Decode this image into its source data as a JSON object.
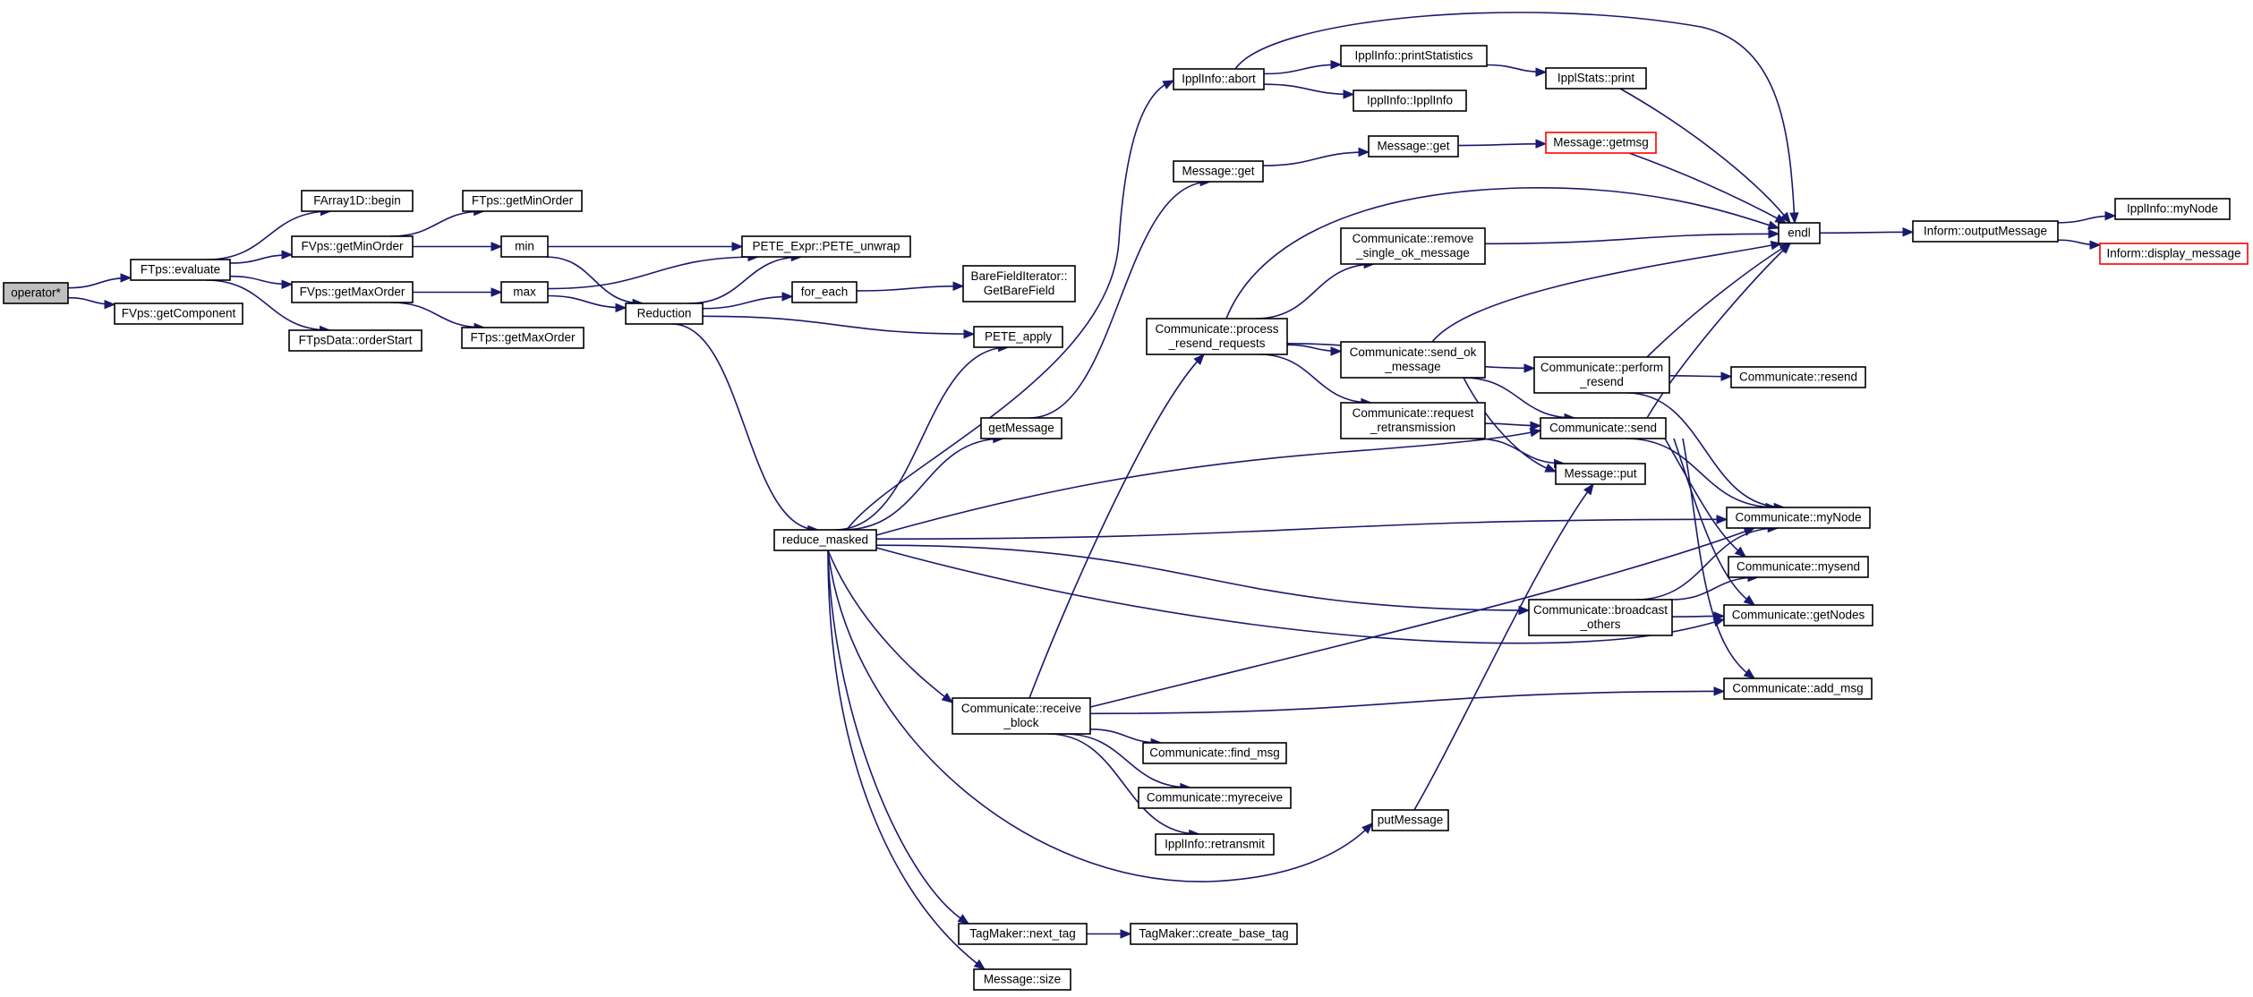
{
  "colors": {
    "edge": "#191970",
    "root_fill": "#bfbfbf",
    "truncated_border": "#ff0000"
  },
  "nodes": {
    "operator_star": {
      "lines": [
        "operator*"
      ]
    },
    "ftps_evaluate": {
      "lines": [
        "FTps::evaluate"
      ]
    },
    "fvps_getcomponent": {
      "lines": [
        "FVps::getComponent"
      ]
    },
    "farray1d_begin": {
      "lines": [
        "FArray1D::begin"
      ]
    },
    "fvps_getminorder": {
      "lines": [
        "FVps::getMinOrder"
      ]
    },
    "fvps_getmaxorder": {
      "lines": [
        "FVps::getMaxOrder"
      ]
    },
    "ftpsdata_orderstart": {
      "lines": [
        "FTpsData::orderStart"
      ]
    },
    "ftps_getminorder": {
      "lines": [
        "FTps::getMinOrder"
      ]
    },
    "ftps_getmaxorder": {
      "lines": [
        "FTps::getMaxOrder"
      ]
    },
    "min": {
      "lines": [
        "min"
      ]
    },
    "max": {
      "lines": [
        "max"
      ]
    },
    "reduction": {
      "lines": [
        "Reduction"
      ]
    },
    "pete_unwrap": {
      "lines": [
        "PETE_Expr::PETE_unwrap"
      ]
    },
    "for_each": {
      "lines": [
        "for_each"
      ]
    },
    "pete_apply": {
      "lines": [
        "PETE_apply"
      ]
    },
    "barefielditerator": {
      "lines": [
        "BareFieldIterator::",
        "GetBareField"
      ]
    },
    "reduce_masked": {
      "lines": [
        "reduce_masked"
      ]
    },
    "getmessage": {
      "lines": [
        "getMessage"
      ]
    },
    "message_get_outer": {
      "lines": [
        "Message::get"
      ]
    },
    "ipplinfo_abort": {
      "lines": [
        "IpplInfo::abort"
      ]
    },
    "ipplinfo_printstatistics": {
      "lines": [
        "IpplInfo::printStatistics"
      ]
    },
    "ipplinfo_ipplinfo": {
      "lines": [
        "IpplInfo::IpplInfo"
      ]
    },
    "ipplstats_print": {
      "lines": [
        "IpplStats::print"
      ]
    },
    "message_get_inner": {
      "lines": [
        "Message::get"
      ]
    },
    "message_getmsg": {
      "lines": [
        "Message::getmsg"
      ]
    },
    "communicate_process_resend": {
      "lines": [
        "Communicate::process",
        "_resend_requests"
      ]
    },
    "communicate_remove_single": {
      "lines": [
        "Communicate::remove",
        "_single_ok_message"
      ]
    },
    "communicate_send_ok": {
      "lines": [
        "Communicate::send_ok",
        "_message"
      ]
    },
    "communicate_request_retrans": {
      "lines": [
        "Communicate::request",
        "_retransmission"
      ]
    },
    "communicate_perform_resend": {
      "lines": [
        "Communicate::perform",
        "_resend"
      ]
    },
    "communicate_send": {
      "lines": [
        "Communicate::send"
      ]
    },
    "message_put": {
      "lines": [
        "Message::put"
      ]
    },
    "communicate_resend": {
      "lines": [
        "Communicate::resend"
      ]
    },
    "endl": {
      "lines": [
        "endl"
      ]
    },
    "inform_outputmessage": {
      "lines": [
        "Inform::outputMessage"
      ]
    },
    "ipplinfo_mynode": {
      "lines": [
        "IpplInfo::myNode"
      ]
    },
    "inform_display_message": {
      "lines": [
        "Inform::display_message"
      ]
    },
    "communicate_mynode": {
      "lines": [
        "Communicate::myNode"
      ]
    },
    "communicate_mysend": {
      "lines": [
        "Communicate::mysend"
      ]
    },
    "communicate_getnodes": {
      "lines": [
        "Communicate::getNodes"
      ]
    },
    "communicate_broadcast_others": {
      "lines": [
        "Communicate::broadcast",
        "_others"
      ]
    },
    "communicate_add_msg": {
      "lines": [
        "Communicate::add_msg"
      ]
    },
    "communicate_receive_block": {
      "lines": [
        "Communicate::receive",
        "_block"
      ]
    },
    "communicate_find_msg": {
      "lines": [
        "Communicate::find_msg"
      ]
    },
    "communicate_myreceive": {
      "lines": [
        "Communicate::myreceive"
      ]
    },
    "ipplinfo_retransmit": {
      "lines": [
        "IpplInfo::retransmit"
      ]
    },
    "putmessage": {
      "lines": [
        "putMessage"
      ]
    },
    "tagmaker_next_tag": {
      "lines": [
        "TagMaker::next_tag"
      ]
    },
    "tagmaker_create_base_tag": {
      "lines": [
        "TagMaker::create_base_tag"
      ]
    },
    "message_size": {
      "lines": [
        "Message::size"
      ]
    }
  },
  "edges": [
    [
      "operator_star",
      "ftps_evaluate"
    ],
    [
      "operator_star",
      "fvps_getcomponent"
    ],
    [
      "ftps_evaluate",
      "farray1d_begin"
    ],
    [
      "ftps_evaluate",
      "fvps_getminorder"
    ],
    [
      "ftps_evaluate",
      "fvps_getmaxorder"
    ],
    [
      "ftps_evaluate",
      "ftpsdata_orderstart"
    ],
    [
      "fvps_getminorder",
      "ftps_getminorder"
    ],
    [
      "fvps_getminorder",
      "min"
    ],
    [
      "fvps_getmaxorder",
      "max"
    ],
    [
      "fvps_getmaxorder",
      "ftps_getmaxorder"
    ],
    [
      "min",
      "pete_unwrap"
    ],
    [
      "min",
      "reduction"
    ],
    [
      "max",
      "pete_unwrap"
    ],
    [
      "max",
      "reduction"
    ],
    [
      "reduction",
      "pete_unwrap"
    ],
    [
      "reduction",
      "for_each"
    ],
    [
      "reduction",
      "pete_apply"
    ],
    [
      "reduction",
      "reduce_masked"
    ],
    [
      "for_each",
      "barefielditerator"
    ],
    [
      "reduce_masked",
      "pete_apply"
    ],
    [
      "reduce_masked",
      "ipplinfo_abort"
    ],
    [
      "reduce_masked",
      "getmessage"
    ],
    [
      "reduce_masked",
      "communicate_send"
    ],
    [
      "reduce_masked",
      "communicate_mynode"
    ],
    [
      "reduce_masked",
      "communicate_broadcast_others"
    ],
    [
      "reduce_masked",
      "communicate_getnodes"
    ],
    [
      "reduce_masked",
      "communicate_receive_block"
    ],
    [
      "reduce_masked",
      "putmessage"
    ],
    [
      "reduce_masked",
      "tagmaker_next_tag"
    ],
    [
      "reduce_masked",
      "message_size"
    ],
    [
      "getmessage",
      "message_get_outer"
    ],
    [
      "message_get_outer",
      "message_get_inner"
    ],
    [
      "message_get_inner",
      "message_getmsg"
    ],
    [
      "message_getmsg",
      "endl"
    ],
    [
      "ipplinfo_abort",
      "ipplinfo_printstatistics"
    ],
    [
      "ipplinfo_abort",
      "ipplinfo_ipplinfo"
    ],
    [
      "ipplinfo_abort",
      "endl"
    ],
    [
      "ipplinfo_printstatistics",
      "ipplstats_print"
    ],
    [
      "ipplstats_print",
      "endl"
    ],
    [
      "communicate_process_resend",
      "endl"
    ],
    [
      "communicate_process_resend",
      "communicate_remove_single"
    ],
    [
      "communicate_process_resend",
      "communicate_send_ok"
    ],
    [
      "communicate_process_resend",
      "communicate_request_retrans"
    ],
    [
      "communicate_process_resend",
      "communicate_perform_resend"
    ],
    [
      "communicate_remove_single",
      "endl"
    ],
    [
      "communicate_send_ok",
      "endl"
    ],
    [
      "communicate_send_ok",
      "communicate_send"
    ],
    [
      "communicate_send_ok",
      "message_put"
    ],
    [
      "communicate_request_retrans",
      "communicate_send"
    ],
    [
      "communicate_request_retrans",
      "message_put"
    ],
    [
      "communicate_perform_resend",
      "endl"
    ],
    [
      "communicate_perform_resend",
      "communicate_resend"
    ],
    [
      "communicate_perform_resend",
      "communicate_mynode"
    ],
    [
      "communicate_send",
      "endl"
    ],
    [
      "communicate_send",
      "communicate_mynode"
    ],
    [
      "communicate_send",
      "communicate_mysend"
    ],
    [
      "communicate_send",
      "communicate_getnodes"
    ],
    [
      "communicate_send",
      "communicate_add_msg"
    ],
    [
      "endl",
      "inform_outputmessage"
    ],
    [
      "inform_outputmessage",
      "ipplinfo_mynode"
    ],
    [
      "inform_outputmessage",
      "inform_display_message"
    ],
    [
      "communicate_broadcast_others",
      "communicate_mynode"
    ],
    [
      "communicate_broadcast_others",
      "communicate_mysend"
    ],
    [
      "communicate_broadcast_others",
      "communicate_getnodes"
    ],
    [
      "communicate_receive_block",
      "communicate_process_resend"
    ],
    [
      "communicate_receive_block",
      "communicate_mynode"
    ],
    [
      "communicate_receive_block",
      "communicate_add_msg"
    ],
    [
      "communicate_receive_block",
      "communicate_find_msg"
    ],
    [
      "communicate_receive_block",
      "communicate_myreceive"
    ],
    [
      "communicate_receive_block",
      "ipplinfo_retransmit"
    ],
    [
      "putmessage",
      "message_put"
    ],
    [
      "tagmaker_next_tag",
      "tagmaker_create_base_tag"
    ]
  ]
}
